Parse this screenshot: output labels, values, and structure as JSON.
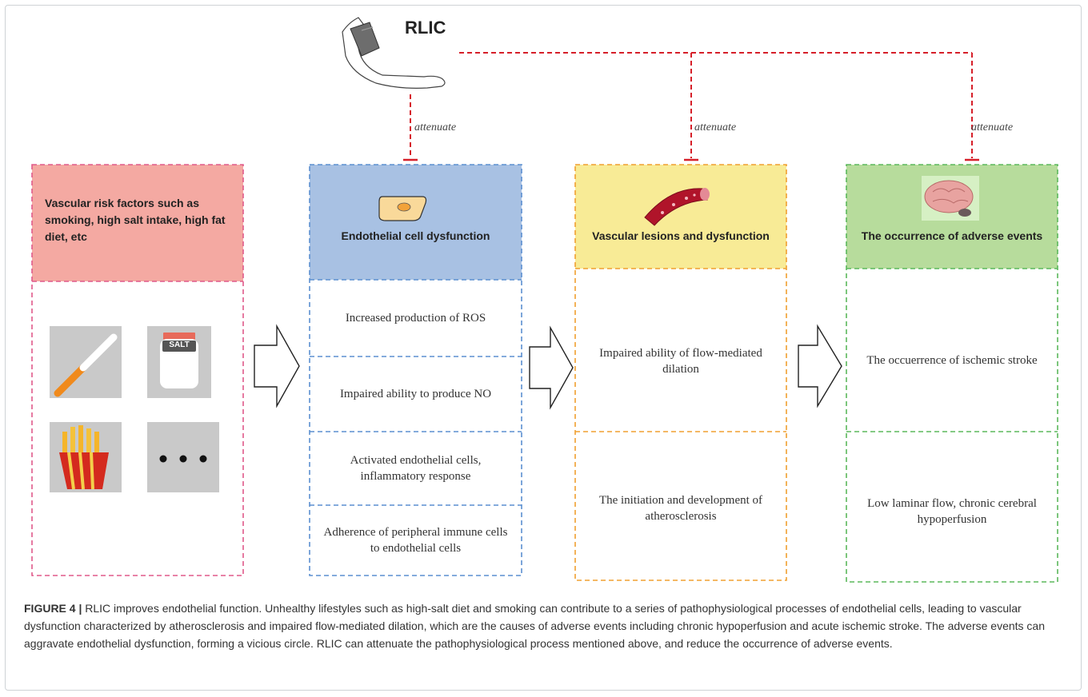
{
  "top": {
    "title": "RLIC",
    "attenuate_labels": [
      "attenuate",
      "attenuate",
      "attenuate"
    ]
  },
  "columns": [
    {
      "header": "Vascular risk factors such  as smoking, high salt intake, high fat diet, etc",
      "header_color": "#f4a9a2",
      "border_color": "#e05a8a",
      "icons": [
        "cigarette-icon",
        "salt-shaker-icon",
        "french-fries-icon",
        "ellipsis-icon"
      ],
      "salt_label": "SALT"
    },
    {
      "header": "Endothelial cell dysfunction",
      "header_color": "#a8c1e3",
      "border_color": "#5b8fd0",
      "icon": "endothelial-cell-icon",
      "items": [
        "Increased production of ROS",
        "Impaired ability to produce NO",
        "Activated endothelial cells, inflammatory response",
        "Adherence of peripheral immune cells to endothelial cells"
      ]
    },
    {
      "header": "Vascular lesions and dysfunction",
      "header_color": "#f8eb96",
      "border_color": "#f0a030",
      "icon": "blood-vessel-icon",
      "items": [
        "Impaired ability of flow-mediated dilation",
        "The initiation and development of atherosclerosis"
      ]
    },
    {
      "header": "The occurrence of adverse events",
      "header_color": "#b7dc9c",
      "border_color": "#5cb85c",
      "icon": "brain-icon",
      "items": [
        "The occuerrence of ischemic stroke",
        "Low laminar flow, chronic cerebral hypoperfusion"
      ]
    }
  ],
  "caption": {
    "label": "FIGURE 4 |",
    "text": " RLIC improves endothelial function. Unhealthy lifestyles such as high-salt diet and smoking can contribute to a series of pathophysiological processes of endothelial cells, leading to vascular dysfunction characterized by atherosclerosis and impaired flow-mediated dilation, which are the causes of adverse events including chronic hypoperfusion and acute ischemic stroke. The adverse events can aggravate endothelial dysfunction, forming a vicious circle. RLIC can attenuate the pathophysiological process mentioned above, and reduce the occurrence of adverse events."
  },
  "colors": {
    "inhibition_line": "#d6202a",
    "arrow_stroke": "#222222"
  }
}
